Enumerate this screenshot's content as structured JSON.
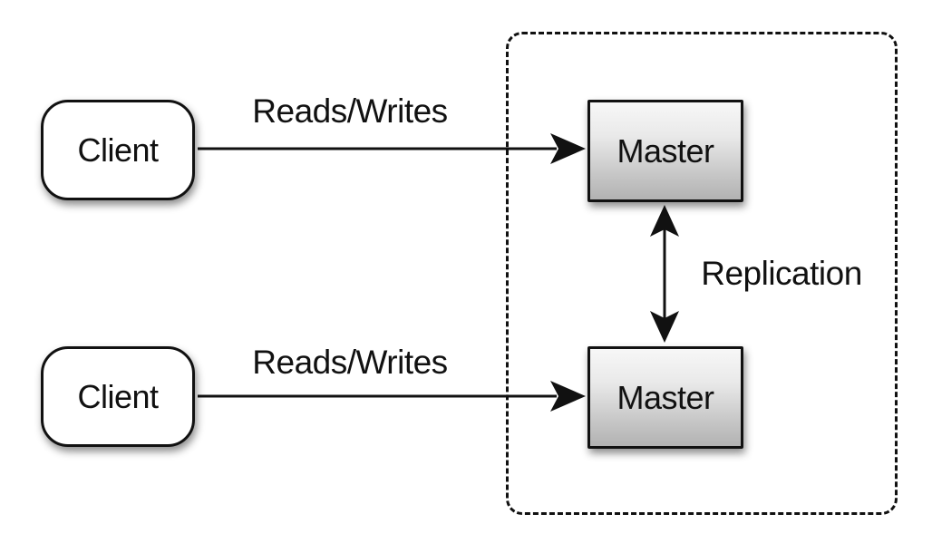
{
  "diagram": {
    "type": "architecture-diagram",
    "topic": "master-master replication",
    "nodes": {
      "client1": {
        "label": "Client",
        "shape": "rounded-rect",
        "fill": "#ffffff"
      },
      "client2": {
        "label": "Client",
        "shape": "rounded-rect",
        "fill": "#ffffff"
      },
      "master1": {
        "label": "Master",
        "shape": "rect",
        "fill_top": "#f7f7f7",
        "fill_bottom": "#b2b2b2"
      },
      "master2": {
        "label": "Master",
        "shape": "rect",
        "fill_top": "#f7f7f7",
        "fill_bottom": "#b2b2b2"
      }
    },
    "edges": {
      "reads_writes_top": {
        "label": "Reads/Writes",
        "from": "client1",
        "to": "master1",
        "direction": "one-way"
      },
      "reads_writes_bottom": {
        "label": "Reads/Writes",
        "from": "client2",
        "to": "master2",
        "direction": "one-way"
      },
      "replication": {
        "label": "Replication",
        "from": "master1",
        "to": "master2",
        "direction": "two-way"
      }
    },
    "groups": {
      "masters_boundary": {
        "contains": [
          "master1",
          "master2"
        ],
        "border_style": "dashed"
      }
    },
    "colors": {
      "background": "#ffffff",
      "stroke": "#111111",
      "text": "#111111"
    }
  }
}
